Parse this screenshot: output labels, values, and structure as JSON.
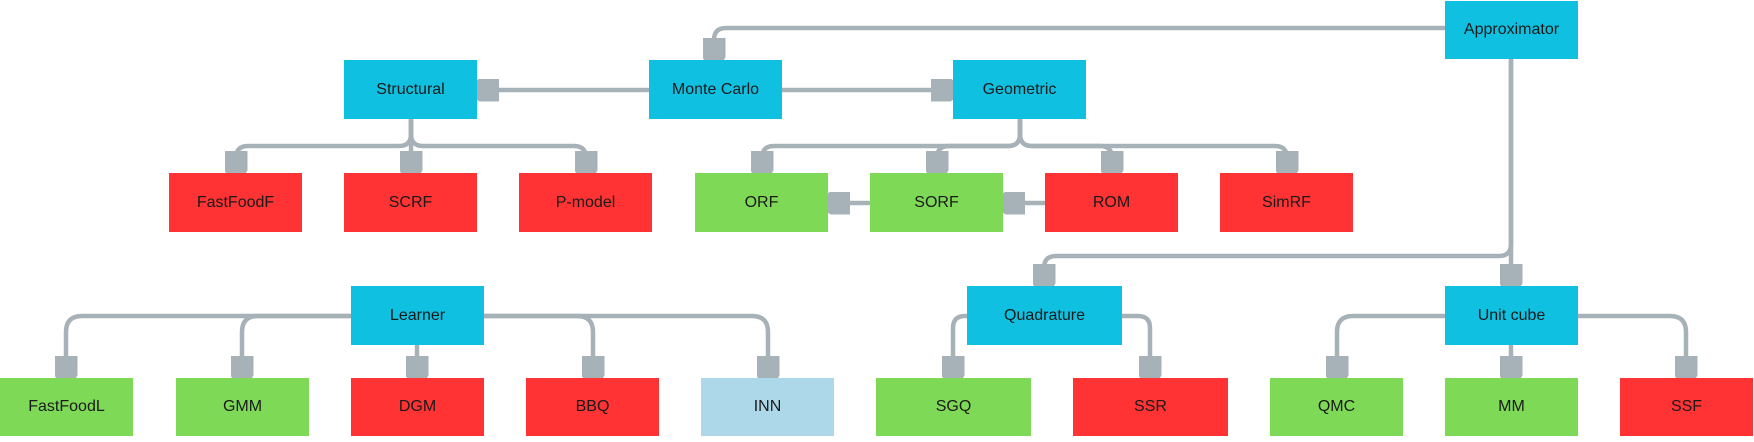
{
  "colors": {
    "category": "#0fc0e1",
    "green": "#7ed957",
    "red": "#ff3333",
    "light_blue": "#acd8ea",
    "connector": "#a7b1b8"
  },
  "nodes": {
    "approximator": {
      "label": "Approximator",
      "color": "category"
    },
    "monte_carlo": {
      "label": "Monte Carlo",
      "color": "category"
    },
    "structural": {
      "label": "Structural",
      "color": "category"
    },
    "geometric": {
      "label": "Geometric",
      "color": "category"
    },
    "fastfoodf": {
      "label": "FastFoodF",
      "color": "red"
    },
    "scrf": {
      "label": "SCRF",
      "color": "red"
    },
    "p_model": {
      "label": "P-model",
      "color": "red"
    },
    "orf": {
      "label": "ORF",
      "color": "green"
    },
    "sorf": {
      "label": "SORF",
      "color": "green"
    },
    "rom": {
      "label": "ROM",
      "color": "red"
    },
    "simrf": {
      "label": "SimRF",
      "color": "red"
    },
    "learner": {
      "label": "Learner",
      "color": "category"
    },
    "quadrature": {
      "label": "Quadrature",
      "color": "category"
    },
    "unit_cube": {
      "label": "Unit cube",
      "color": "category"
    },
    "fastfoodl": {
      "label": "FastFoodL",
      "color": "green"
    },
    "gmm": {
      "label": "GMM",
      "color": "green"
    },
    "dgm": {
      "label": "DGM",
      "color": "red"
    },
    "bbq": {
      "label": "BBQ",
      "color": "red"
    },
    "inn": {
      "label": "INN",
      "color": "light_blue"
    },
    "sgq": {
      "label": "SGQ",
      "color": "green"
    },
    "ssr": {
      "label": "SSR",
      "color": "red"
    },
    "qmc": {
      "label": "QMC",
      "color": "green"
    },
    "mm": {
      "label": "MM",
      "color": "green"
    },
    "ssf": {
      "label": "SSF",
      "color": "red"
    }
  },
  "edges": [
    {
      "from": "approximator",
      "to": "monte_carlo"
    },
    {
      "from": "approximator",
      "to": "quadrature"
    },
    {
      "from": "approximator",
      "to": "unit_cube"
    },
    {
      "from": "monte_carlo",
      "to": "structural"
    },
    {
      "from": "monte_carlo",
      "to": "geometric"
    },
    {
      "from": "structural",
      "to": "fastfoodf"
    },
    {
      "from": "structural",
      "to": "scrf"
    },
    {
      "from": "structural",
      "to": "p_model"
    },
    {
      "from": "geometric",
      "to": "orf"
    },
    {
      "from": "geometric",
      "to": "sorf"
    },
    {
      "from": "geometric",
      "to": "rom"
    },
    {
      "from": "geometric",
      "to": "simrf"
    },
    {
      "from": "rom",
      "to": "sorf"
    },
    {
      "from": "sorf",
      "to": "orf"
    },
    {
      "from": "learner",
      "to": "fastfoodl"
    },
    {
      "from": "learner",
      "to": "gmm"
    },
    {
      "from": "learner",
      "to": "dgm"
    },
    {
      "from": "learner",
      "to": "bbq"
    },
    {
      "from": "learner",
      "to": "inn"
    },
    {
      "from": "quadrature",
      "to": "sgq"
    },
    {
      "from": "quadrature",
      "to": "ssr"
    },
    {
      "from": "unit_cube",
      "to": "qmc"
    },
    {
      "from": "unit_cube",
      "to": "mm"
    },
    {
      "from": "unit_cube",
      "to": "ssf"
    }
  ]
}
